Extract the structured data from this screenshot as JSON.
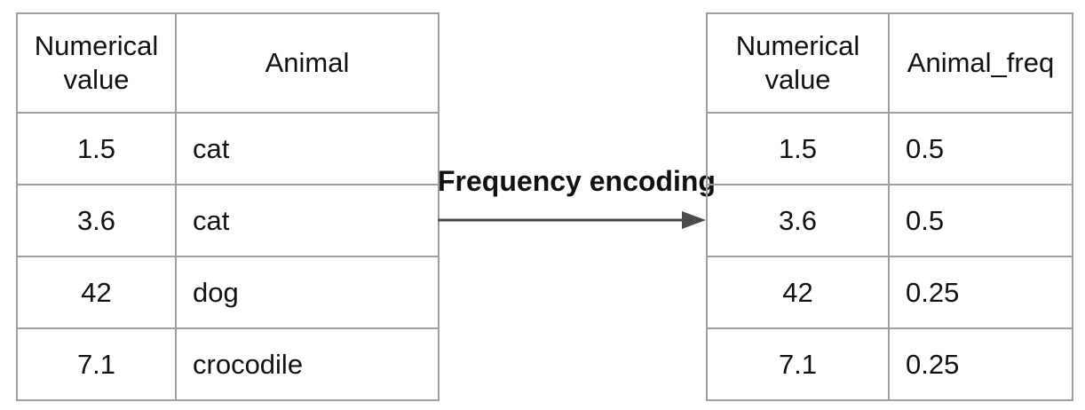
{
  "colors": {
    "background": "#ffffff",
    "table-border": "#9e9e9e",
    "arrow": "#4a4a4a",
    "text": "#111111"
  },
  "arrow": {
    "label": "Frequency encoding",
    "direction": "right"
  },
  "left_table": {
    "headers": [
      "Numerical value",
      "Animal"
    ],
    "rows": [
      [
        "1.5",
        "cat"
      ],
      [
        "3.6",
        "cat"
      ],
      [
        "42",
        "dog"
      ],
      [
        "7.1",
        "crocodile"
      ]
    ]
  },
  "right_table": {
    "headers": [
      "Numerical value",
      "Animal_freq"
    ],
    "rows": [
      [
        "1.5",
        "0.5"
      ],
      [
        "3.6",
        "0.5"
      ],
      [
        "42",
        "0.25"
      ],
      [
        "7.1",
        "0.25"
      ]
    ]
  }
}
